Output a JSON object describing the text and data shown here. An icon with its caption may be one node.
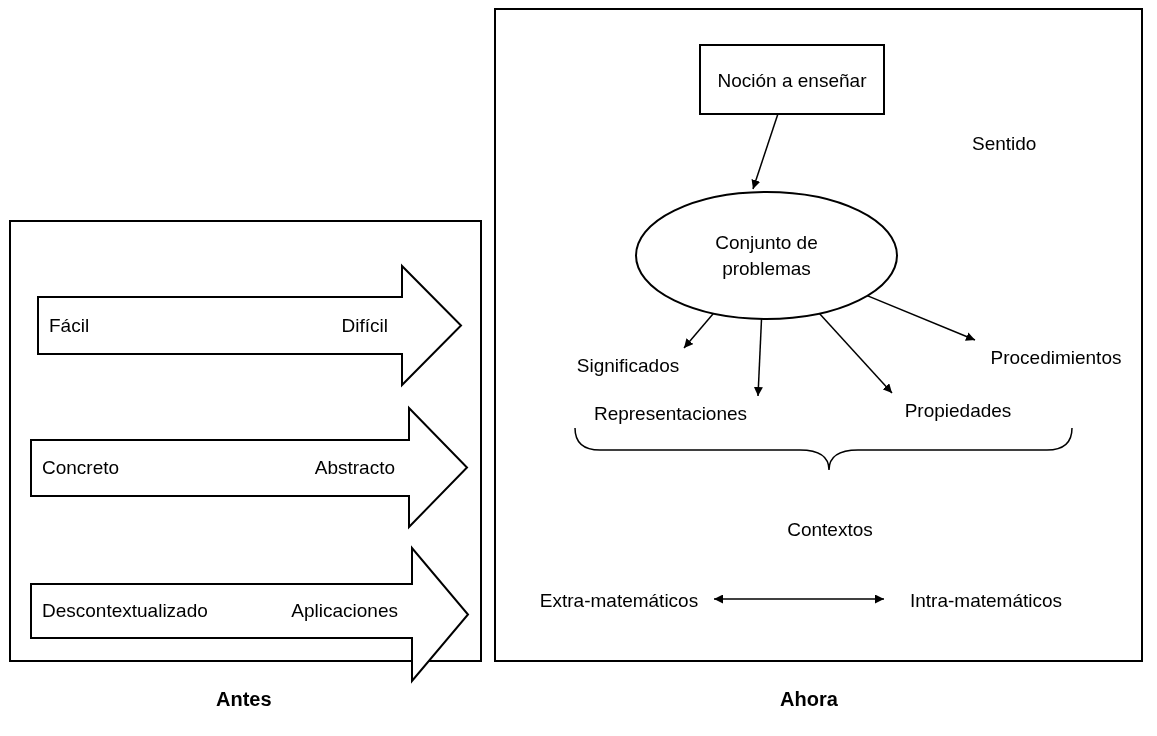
{
  "diagram": {
    "nodes": [
      {
        "text": [],
        "shape": "box"
      },
      {
        "text": [
          "Fácil",
          "Difícil"
        ],
        "in": 0
      },
      {
        "text": [
          "Concreto",
          "Abstracto"
        ],
        "in": 0
      },
      {
        "text": [
          "Descontextualizado",
          "Aplicaciones"
        ],
        "in": 0
      },
      {
        "text": [],
        "shape": "box"
      },
      {
        "text": [
          "Noción a enseñar"
        ],
        "in": 4
      },
      {
        "text": [
          "Conjunto de problemas"
        ],
        "in": 4
      },
      {
        "text": [
          "Significados"
        ],
        "in": 4
      },
      {
        "text": [
          "Representaciones"
        ],
        "in": 4
      },
      {
        "text": [
          "Propiedades"
        ],
        "in": 4
      },
      {
        "text": [
          "Procedimientos"
        ],
        "in": 4
      },
      {
        "text": [
          "Contextos"
        ],
        "in": 4
      },
      {
        "text": [
          "Extra-matemáticos"
        ],
        "in": 4
      },
      {
        "text": [
          "Intra-matemáticos"
        ],
        "in": 4
      }
    ],
    "edges": [
      {
        "from": 5,
        "to": 6,
        "arrow": "to"
      },
      {
        "from": 6,
        "to": 7,
        "arrow": "to"
      },
      {
        "from": 6,
        "to": 8,
        "arrow": "to"
      },
      {
        "from": 6,
        "to": 9,
        "arrow": "to"
      },
      {
        "from": 6,
        "to": 10,
        "arrow": "to"
      },
      {
        "from": 12,
        "to": 13,
        "arrow": "both"
      }
    ],
    "labels": [
      "Sentido",
      "Antes",
      "Ahora"
    ]
  }
}
